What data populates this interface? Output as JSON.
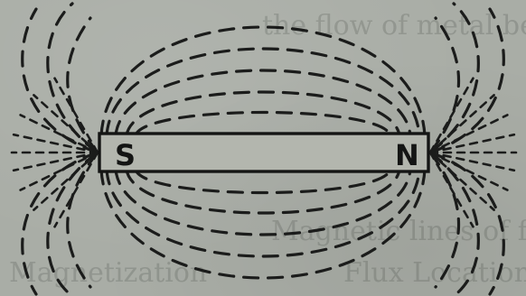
{
  "diagram": {
    "type": "magnetic-field-lines-of-bar-magnet",
    "magnet": {
      "left_pole_label": "S",
      "right_pole_label": "N"
    }
  },
  "colors": {
    "paper": "#a9ada6",
    "ink": "#1b1c1b"
  }
}
